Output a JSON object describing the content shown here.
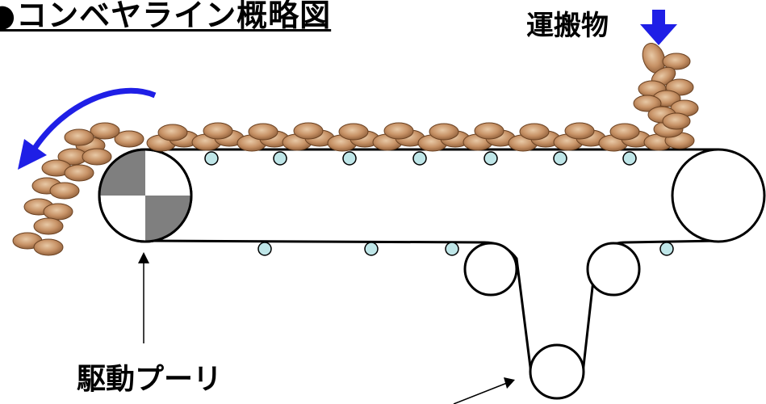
{
  "title": "●コンベヤライン概略図",
  "labels": {
    "cargo": "運搬物",
    "drive_pulley": "駆動プーリ"
  },
  "colors": {
    "arrow_blue": "#1f1fe6",
    "belt": "#000000",
    "roller_fill": "#bfe6e8",
    "grain": "#c8966a",
    "drive_quadrant": "#7f7f7f"
  }
}
